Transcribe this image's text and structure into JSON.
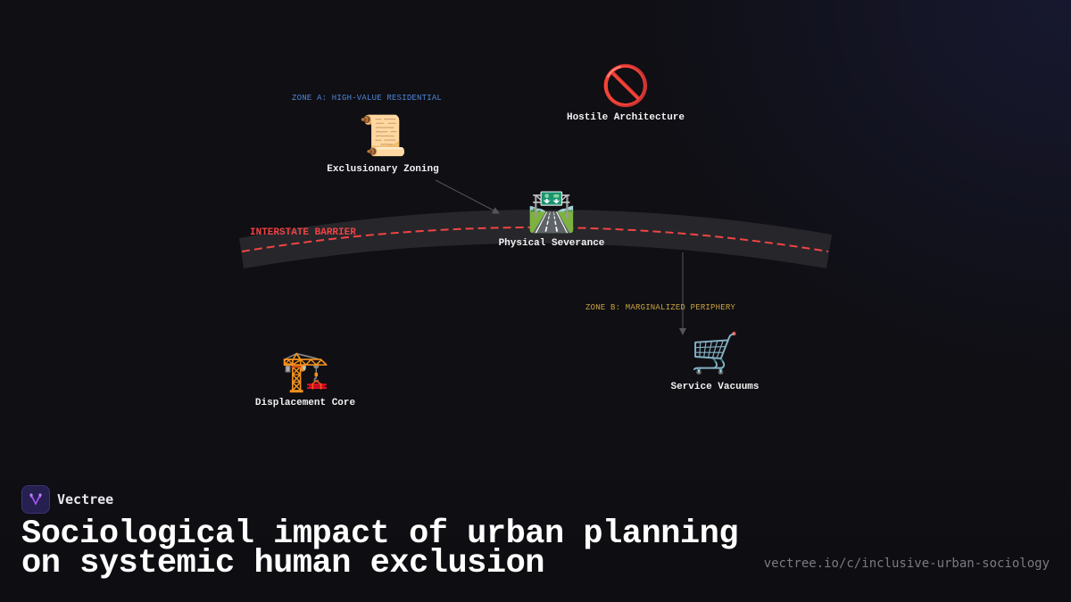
{
  "diagram": {
    "zones": {
      "a": {
        "label": "ZONE A: HIGH-VALUE RESIDENTIAL",
        "color": "#4f86d8"
      },
      "b": {
        "label": "ZONE B: MARGINALIZED PERIPHERY",
        "color": "#c9a23d"
      }
    },
    "barrier": {
      "label": "INTERSTATE BARRIER",
      "color": "#ef4444",
      "road_color": "#26262b"
    },
    "nodes": [
      {
        "id": "exclusionary-zoning",
        "icon": "scroll-icon",
        "emoji": "📜",
        "label": "Exclusionary Zoning"
      },
      {
        "id": "hostile-architecture",
        "icon": "prohibited-icon",
        "emoji": "🚫",
        "label": "Hostile Architecture"
      },
      {
        "id": "physical-severance",
        "icon": "motorway-icon",
        "emoji": "🛣️",
        "label": "Physical Severance"
      },
      {
        "id": "displacement-core",
        "icon": "construction-crane-icon",
        "emoji": "🏗️",
        "label": "Displacement Core"
      },
      {
        "id": "service-vacuums",
        "icon": "shopping-cart-icon",
        "emoji": "🛒",
        "label": "Service Vacuums"
      }
    ],
    "edges": [
      {
        "from": "exclusionary-zoning",
        "to": "physical-severance"
      },
      {
        "from": "physical-severance",
        "to": "service-vacuums"
      }
    ]
  },
  "footer": {
    "brand": "Vectree",
    "title_line1": "Sociological impact of urban planning",
    "title_line2": "on systemic human exclusion",
    "url": "vectree.io/c/inclusive-urban-sociology"
  }
}
